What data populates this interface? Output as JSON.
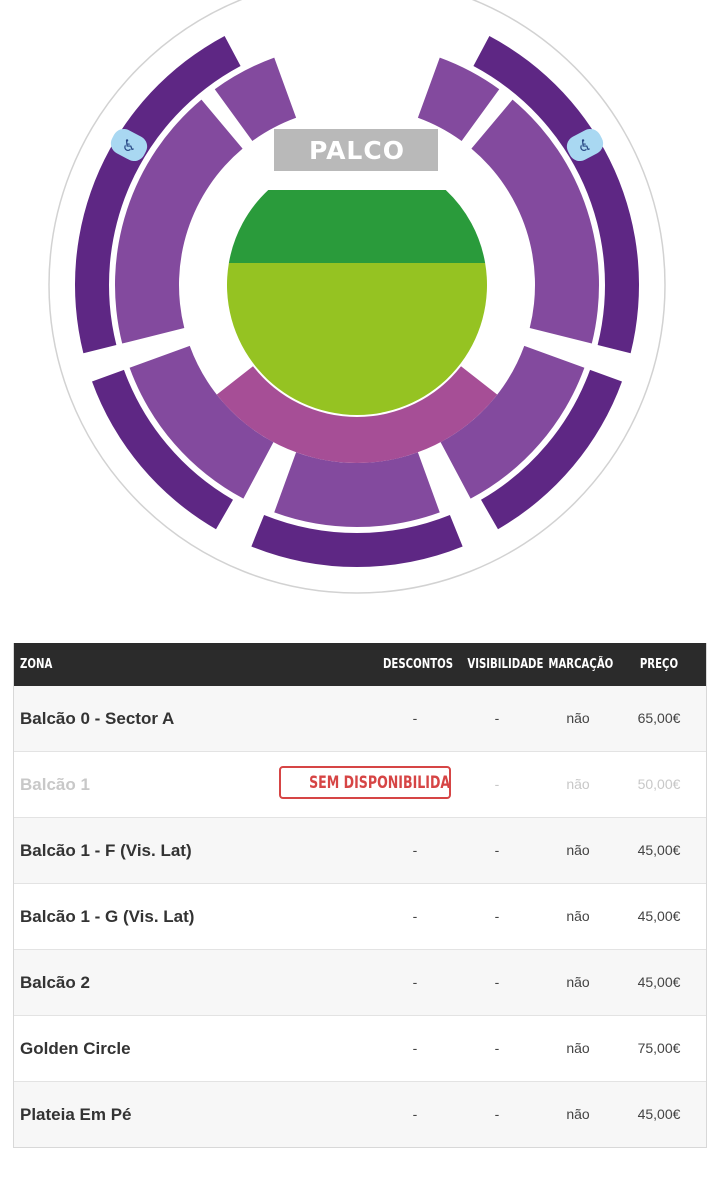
{
  "seat_map": {
    "stage_label": "PALCO",
    "icons": [
      "wheelchair-icon",
      "wheelchair-icon"
    ],
    "colors": {
      "stage": "#b9b9b9",
      "golden_circle": "#2a9b3b",
      "plateia": "#95c322",
      "front_ring": "#a64e96",
      "balcao_inner": "#834a9e",
      "balcao_outer": "#5e2784",
      "accessible": "#a9d8f2"
    }
  },
  "table": {
    "headers": {
      "zona": "ZONA",
      "descontos": "DESCONTOS",
      "visibilidade": "VISIBILIDADE",
      "marcacao": "MARCAÇÃO",
      "preco": "PREÇO"
    },
    "rows": [
      {
        "zona": "Balcão 0 - Sector A",
        "descontos": "-",
        "visibilidade": "-",
        "marcacao": "não",
        "preco": "65,00€"
      },
      {
        "zona": "Balcão 1",
        "status": "SEM DISPONIBILIDADE",
        "visibilidade": "-",
        "marcacao": "não",
        "preco": "50,00€"
      },
      {
        "zona": "Balcão 1 - F (Vis. Lat)",
        "descontos": "-",
        "visibilidade": "-",
        "marcacao": "não",
        "preco": "45,00€"
      },
      {
        "zona": "Balcão 1 - G (Vis. Lat)",
        "descontos": "-",
        "visibilidade": "-",
        "marcacao": "não",
        "preco": "45,00€"
      },
      {
        "zona": "Balcão 2",
        "descontos": "-",
        "visibilidade": "-",
        "marcacao": "não",
        "preco": "45,00€"
      },
      {
        "zona": "Golden Circle",
        "descontos": "-",
        "visibilidade": "-",
        "marcacao": "não",
        "preco": "75,00€"
      },
      {
        "zona": "Plateia Em Pé",
        "descontos": "-",
        "visibilidade": "-",
        "marcacao": "não",
        "preco": "45,00€"
      }
    ]
  }
}
